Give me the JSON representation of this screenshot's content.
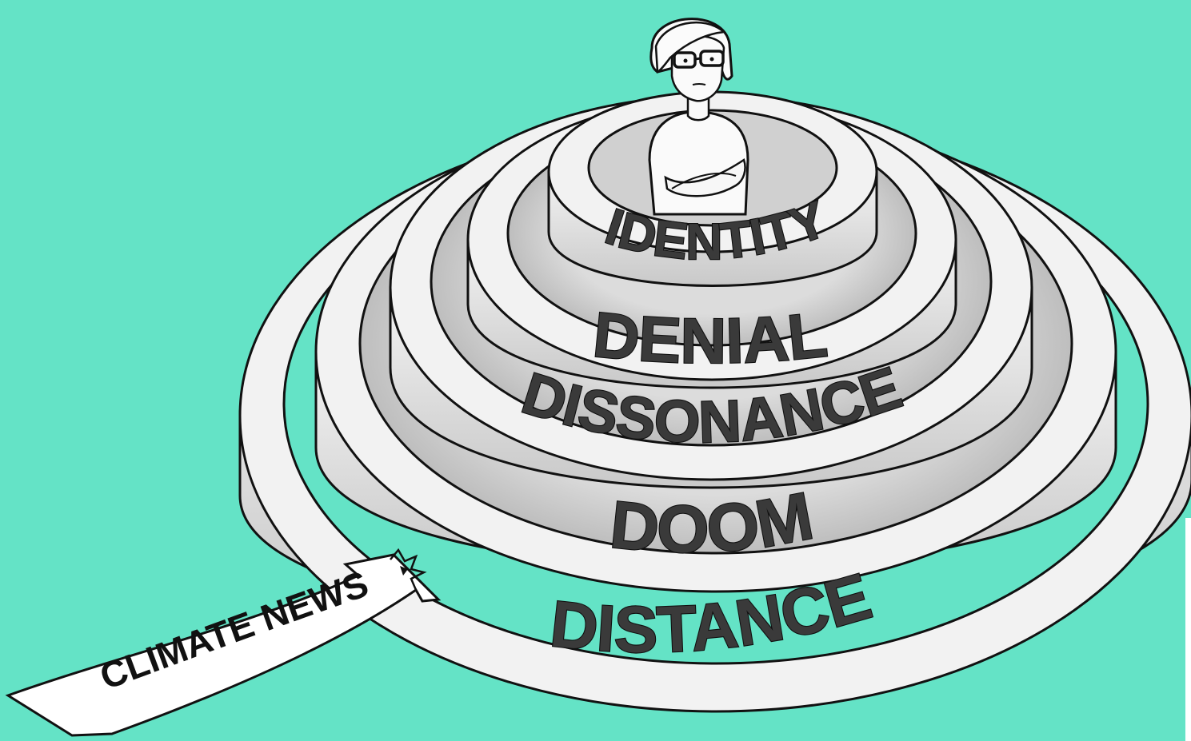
{
  "diagram": {
    "rings": [
      {
        "label": "DISTANCE"
      },
      {
        "label": "DOOM"
      },
      {
        "label": "DISSONANCE"
      },
      {
        "label": "DENIAL"
      },
      {
        "label": "IDENTITY"
      }
    ],
    "arrow": {
      "label": "CLIMATE NEWS"
    },
    "figure": {
      "icon": "woman-arms-crossed"
    }
  },
  "colors": {
    "background": "#64e3c6",
    "ring_top": "#f2f2f2",
    "ring_wall": "#e0e0e0",
    "outline": "#111111",
    "text": "#3a3a3a"
  }
}
